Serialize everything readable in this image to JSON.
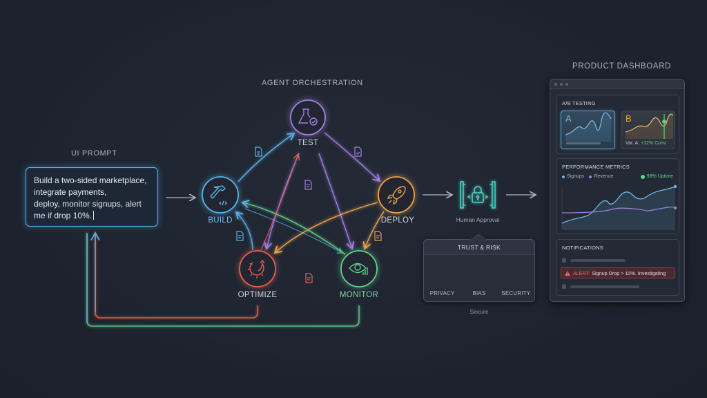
{
  "prompt": {
    "title": "UI PROMPT",
    "lines": [
      "Build a two-sided marketplace,",
      "integrate payments,",
      "deploy, monitor signups, alert",
      "me if drop 10%."
    ]
  },
  "orchestration": {
    "title": "AGENT ORCHESTRATION",
    "nodes": [
      {
        "id": "build",
        "label": "BUILD",
        "icon": "hammer-code-icon",
        "color": "#5ab2e8"
      },
      {
        "id": "test",
        "label": "TEST",
        "icon": "flask-check-icon",
        "color": "#a57de0"
      },
      {
        "id": "deploy",
        "label": "DEPLOY",
        "icon": "rocket-icon",
        "color": "#eda24d"
      },
      {
        "id": "monitor",
        "label": "MONITOR",
        "icon": "eye-chart-icon",
        "color": "#5fcf8a"
      },
      {
        "id": "optimize",
        "label": "OPTIMIZE",
        "icon": "gear-arrow-icon",
        "color": "#e8604f"
      }
    ],
    "edges": [
      {
        "from": "build",
        "to": "test",
        "color": "#5ab2e8"
      },
      {
        "from": "build",
        "to": "deploy",
        "color": "#5ab2e8"
      },
      {
        "from": "test",
        "to": "deploy",
        "color": "#a57de0"
      },
      {
        "from": "test",
        "to": "optimize",
        "color": "#a57de0"
      },
      {
        "from": "test",
        "to": "monitor",
        "color": "#a57de0"
      },
      {
        "from": "deploy",
        "to": "optimize",
        "color": "#eda24d"
      },
      {
        "from": "deploy",
        "to": "monitor",
        "color": "#eda24d"
      },
      {
        "from": "monitor",
        "to": "optimize",
        "color": "#5fcf8a"
      },
      {
        "from": "monitor",
        "to": "build",
        "color": "#5fcf8a"
      },
      {
        "from": "optimize",
        "to": "build",
        "color": "#e8604f"
      },
      {
        "from": "optimize",
        "to": "test",
        "color": "#e8604f"
      }
    ]
  },
  "approval": {
    "label": "Human Approval",
    "icon": "lock-gate-icon"
  },
  "trust": {
    "title": "TRUST & RISK",
    "items": [
      {
        "label": "PRIVACY",
        "icon": "shield-lock-icon"
      },
      {
        "label": "BIAS",
        "icon": "scales-icon"
      },
      {
        "label": "SECURITY",
        "icon": "firewall-icon"
      }
    ],
    "footer": "Secure"
  },
  "dashboard": {
    "title": "PRODUCT DASHBOARD",
    "ab_testing": {
      "title": "A/B TESTING",
      "variant_a": "A",
      "variant_b": "B",
      "result_prefix": "Var. A:",
      "result_value": "+12% Conv."
    },
    "performance": {
      "title": "PERFORMANCE METRICS",
      "legend_signups": "Signups",
      "legend_revenue": "Revenue",
      "uptime": "98% Uptime"
    },
    "notifications": {
      "title": "NOTIFICATIONS",
      "alert_key": "ALERT:",
      "alert_text": "Signup Drop > 10%. Investigating"
    }
  },
  "colors": {
    "background": "#1e2430",
    "build": "#5ab2e8",
    "test": "#a57de0",
    "deploy": "#eda24d",
    "monitor": "#5fcf8a",
    "optimize": "#e8604f",
    "approval": "#4fd1c5",
    "alert": "#ef6a6a",
    "positive": "#5ccf7d"
  }
}
